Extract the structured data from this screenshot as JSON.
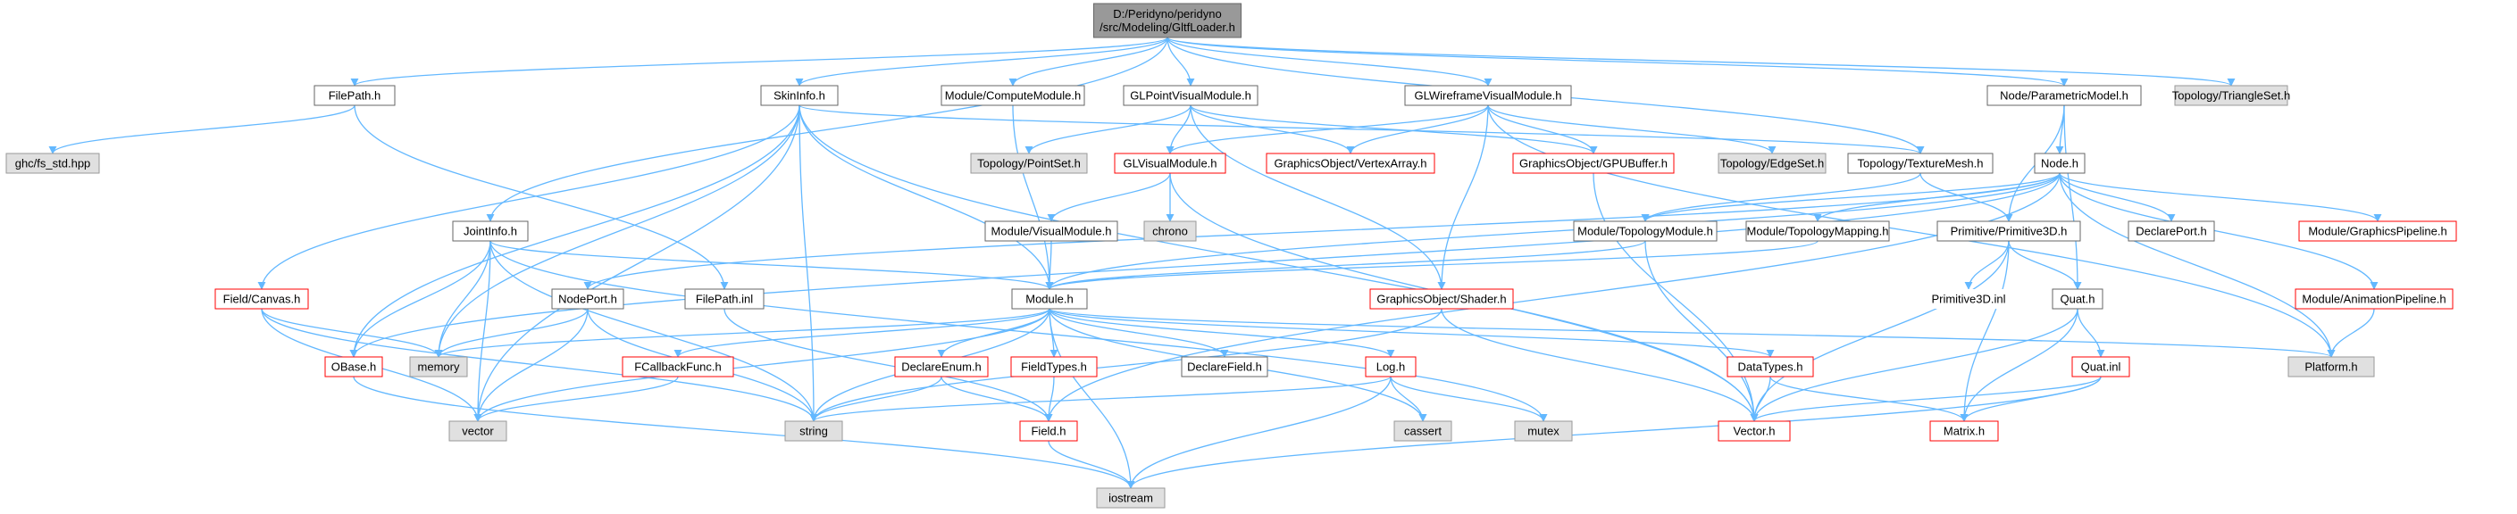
{
  "diagram": {
    "colors": {
      "edge": "#63b8ff",
      "root_fill": "#999999",
      "root_border": "#666666",
      "node_fill": "#ffffff",
      "node_border": "#666666",
      "red_border": "#ff0000",
      "external_fill": "#e0e0e0",
      "external_border": "#999999"
    },
    "nodes": [
      {
        "id": "root",
        "lines": [
          "D:/Peridyno/peridyno",
          "/src/Modeling/GltfLoader.h"
        ],
        "style": "root"
      },
      {
        "id": "filepath",
        "lines": [
          "FilePath.h"
        ],
        "style": "normal"
      },
      {
        "id": "skininfo",
        "lines": [
          "SkinInfo.h"
        ],
        "style": "normal"
      },
      {
        "id": "compmod",
        "lines": [
          "Module/ComputeModule.h"
        ],
        "style": "normal"
      },
      {
        "id": "glpoint",
        "lines": [
          "GLPointVisualModule.h"
        ],
        "style": "normal"
      },
      {
        "id": "glwire",
        "lines": [
          "GLWireframeVisualModule.h"
        ],
        "style": "normal"
      },
      {
        "id": "parametric",
        "lines": [
          "Node/ParametricModel.h"
        ],
        "style": "normal"
      },
      {
        "id": "triset",
        "lines": [
          "Topology/TriangleSet.h"
        ],
        "style": "external"
      },
      {
        "id": "ghcfs",
        "lines": [
          "ghc/fs_std.hpp"
        ],
        "style": "external"
      },
      {
        "id": "pointset",
        "lines": [
          "Topology/PointSet.h"
        ],
        "style": "external"
      },
      {
        "id": "glvisual",
        "lines": [
          "GLVisualModule.h"
        ],
        "style": "red"
      },
      {
        "id": "vertexarray",
        "lines": [
          "GraphicsObject/VertexArray.h"
        ],
        "style": "red"
      },
      {
        "id": "gpubuffer",
        "lines": [
          "GraphicsObject/GPUBuffer.h"
        ],
        "style": "red"
      },
      {
        "id": "edgeset",
        "lines": [
          "Topology/EdgeSet.h"
        ],
        "style": "external"
      },
      {
        "id": "texmesh",
        "lines": [
          "Topology/TextureMesh.h"
        ],
        "style": "normal"
      },
      {
        "id": "node",
        "lines": [
          "Node.h"
        ],
        "style": "normal"
      },
      {
        "id": "jointinfo",
        "lines": [
          "JointInfo.h"
        ],
        "style": "normal"
      },
      {
        "id": "visualmod",
        "lines": [
          "Module/VisualModule.h"
        ],
        "style": "normal"
      },
      {
        "id": "chrono",
        "lines": [
          "chrono"
        ],
        "style": "external"
      },
      {
        "id": "topomod",
        "lines": [
          "Module/TopologyModule.h"
        ],
        "style": "normal"
      },
      {
        "id": "topomap",
        "lines": [
          "Module/TopologyMapping.h"
        ],
        "style": "normal"
      },
      {
        "id": "prim3d",
        "lines": [
          "Primitive/Primitive3D.h"
        ],
        "style": "normal"
      },
      {
        "id": "declport",
        "lines": [
          "DeclarePort.h"
        ],
        "style": "normal"
      },
      {
        "id": "graphpipe",
        "lines": [
          "Module/GraphicsPipeline.h"
        ],
        "style": "red"
      },
      {
        "id": "canvas",
        "lines": [
          "Field/Canvas.h"
        ],
        "style": "red"
      },
      {
        "id": "nodeport",
        "lines": [
          "NodePort.h"
        ],
        "style": "normal"
      },
      {
        "id": "filepathinl",
        "lines": [
          "FilePath.inl"
        ],
        "style": "normal"
      },
      {
        "id": "module",
        "lines": [
          "Module.h"
        ],
        "style": "normal"
      },
      {
        "id": "shader",
        "lines": [
          "GraphicsObject/Shader.h"
        ],
        "style": "red"
      },
      {
        "id": "prim3dinl",
        "lines": [
          "Primitive3D.inl"
        ],
        "style": "red_text"
      },
      {
        "id": "quat",
        "lines": [
          "Quat.h"
        ],
        "style": "normal"
      },
      {
        "id": "animpipe",
        "lines": [
          "Module/AnimationPipeline.h"
        ],
        "style": "red"
      },
      {
        "id": "objbase",
        "lines": [
          "OBase.h"
        ],
        "style": "red"
      },
      {
        "id": "memory",
        "lines": [
          "memory"
        ],
        "style": "external"
      },
      {
        "id": "fcallback",
        "lines": [
          "FCallbackFunc.h"
        ],
        "style": "red"
      },
      {
        "id": "declenum",
        "lines": [
          "DeclareEnum.h"
        ],
        "style": "red"
      },
      {
        "id": "fieldtypes",
        "lines": [
          "FieldTypes.h"
        ],
        "style": "red"
      },
      {
        "id": "declfield",
        "lines": [
          "DeclareField.h"
        ],
        "style": "normal"
      },
      {
        "id": "log",
        "lines": [
          "Log.h"
        ],
        "style": "red"
      },
      {
        "id": "datatypes",
        "lines": [
          "DataTypes.h"
        ],
        "style": "red"
      },
      {
        "id": "quatinl",
        "lines": [
          "Quat.inl"
        ],
        "style": "red"
      },
      {
        "id": "platform",
        "lines": [
          "Platform.h"
        ],
        "style": "external"
      },
      {
        "id": "vector",
        "lines": [
          "vector"
        ],
        "style": "external"
      },
      {
        "id": "string",
        "lines": [
          "string"
        ],
        "style": "external"
      },
      {
        "id": "field",
        "lines": [
          "Field.h"
        ],
        "style": "red"
      },
      {
        "id": "cassert",
        "lines": [
          "cassert"
        ],
        "style": "external"
      },
      {
        "id": "mutex",
        "lines": [
          "mutex"
        ],
        "style": "external"
      },
      {
        "id": "vectorh",
        "lines": [
          "Vector.h"
        ],
        "style": "red"
      },
      {
        "id": "matrix",
        "lines": [
          "Matrix.h"
        ],
        "style": "red"
      },
      {
        "id": "iostream",
        "lines": [
          "iostream"
        ],
        "style": "external"
      }
    ],
    "edges": [
      [
        "root",
        "filepath"
      ],
      [
        "root",
        "skininfo"
      ],
      [
        "root",
        "compmod"
      ],
      [
        "root",
        "glpoint"
      ],
      [
        "root",
        "glwire"
      ],
      [
        "root",
        "parametric"
      ],
      [
        "root",
        "triset"
      ],
      [
        "root",
        "jointinfo"
      ],
      [
        "root",
        "texmesh"
      ],
      [
        "filepath",
        "ghcfs"
      ],
      [
        "filepath",
        "filepathinl"
      ],
      [
        "skininfo",
        "vector"
      ],
      [
        "skininfo",
        "canvas"
      ],
      [
        "skininfo",
        "objbase"
      ],
      [
        "skininfo",
        "memory"
      ],
      [
        "skininfo",
        "string"
      ],
      [
        "skininfo",
        "module"
      ],
      [
        "skininfo",
        "texmesh"
      ],
      [
        "skininfo",
        "vectorh"
      ],
      [
        "compmod",
        "module"
      ],
      [
        "glpoint",
        "pointset"
      ],
      [
        "glpoint",
        "glvisual"
      ],
      [
        "glpoint",
        "vertexarray"
      ],
      [
        "glpoint",
        "gpubuffer"
      ],
      [
        "glpoint",
        "shader"
      ],
      [
        "glwire",
        "glvisual"
      ],
      [
        "glwire",
        "vertexarray"
      ],
      [
        "glwire",
        "gpubuffer"
      ],
      [
        "glwire",
        "edgeset"
      ],
      [
        "glwire",
        "shader"
      ],
      [
        "glwire",
        "platform"
      ],
      [
        "glvisual",
        "visualmod"
      ],
      [
        "glvisual",
        "chrono"
      ],
      [
        "glvisual",
        "vectorh"
      ],
      [
        "gpubuffer",
        "vectorh"
      ],
      [
        "texmesh",
        "topomod"
      ],
      [
        "texmesh",
        "prim3d"
      ],
      [
        "parametric",
        "node"
      ],
      [
        "parametric",
        "quat"
      ],
      [
        "parametric",
        "prim3d"
      ],
      [
        "node",
        "objbase"
      ],
      [
        "node",
        "topomod"
      ],
      [
        "node",
        "topomap"
      ],
      [
        "node",
        "declport"
      ],
      [
        "node",
        "graphpipe"
      ],
      [
        "node",
        "animpipe"
      ],
      [
        "node",
        "module"
      ],
      [
        "node",
        "nodeport"
      ],
      [
        "node",
        "platform"
      ],
      [
        "node",
        "field"
      ],
      [
        "jointinfo",
        "vector"
      ],
      [
        "jointinfo",
        "memory"
      ],
      [
        "jointinfo",
        "string"
      ],
      [
        "jointinfo",
        "objbase"
      ],
      [
        "jointinfo",
        "module"
      ],
      [
        "jointinfo",
        "mutex"
      ],
      [
        "visualmod",
        "module"
      ],
      [
        "topomod",
        "module"
      ],
      [
        "topomod",
        "vectorh"
      ],
      [
        "topomap",
        "module"
      ],
      [
        "prim3d",
        "prim3dinl"
      ],
      [
        "prim3d",
        "quat"
      ],
      [
        "prim3d",
        "vectorh"
      ],
      [
        "prim3d",
        "matrix"
      ],
      [
        "canvas",
        "memory"
      ],
      [
        "canvas",
        "vector"
      ],
      [
        "canvas",
        "string"
      ],
      [
        "nodeport",
        "memory"
      ],
      [
        "nodeport",
        "vector"
      ],
      [
        "nodeport",
        "string"
      ],
      [
        "filepathinl",
        "field"
      ],
      [
        "module",
        "memory"
      ],
      [
        "module",
        "fcallback"
      ],
      [
        "module",
        "declenum"
      ],
      [
        "module",
        "fieldtypes"
      ],
      [
        "module",
        "declfield"
      ],
      [
        "module",
        "log"
      ],
      [
        "module",
        "datatypes"
      ],
      [
        "module",
        "platform"
      ],
      [
        "module",
        "vector"
      ],
      [
        "module",
        "string"
      ],
      [
        "module",
        "cassert"
      ],
      [
        "module",
        "iostream"
      ],
      [
        "shader",
        "string"
      ],
      [
        "shader",
        "vectorh"
      ],
      [
        "quat",
        "quatinl"
      ],
      [
        "quat",
        "vectorh"
      ],
      [
        "quat",
        "matrix"
      ],
      [
        "animpipe",
        "platform"
      ],
      [
        "objbase",
        "iostream"
      ],
      [
        "fcallback",
        "vector"
      ],
      [
        "declenum",
        "string"
      ],
      [
        "declenum",
        "field"
      ],
      [
        "fieldtypes",
        "field"
      ],
      [
        "log",
        "string"
      ],
      [
        "log",
        "cassert"
      ],
      [
        "log",
        "mutex"
      ],
      [
        "log",
        "iostream"
      ],
      [
        "datatypes",
        "vectorh"
      ],
      [
        "datatypes",
        "matrix"
      ],
      [
        "quatinl",
        "vectorh"
      ],
      [
        "quatinl",
        "matrix"
      ],
      [
        "quatinl",
        "iostream"
      ],
      [
        "field",
        "iostream"
      ]
    ]
  }
}
